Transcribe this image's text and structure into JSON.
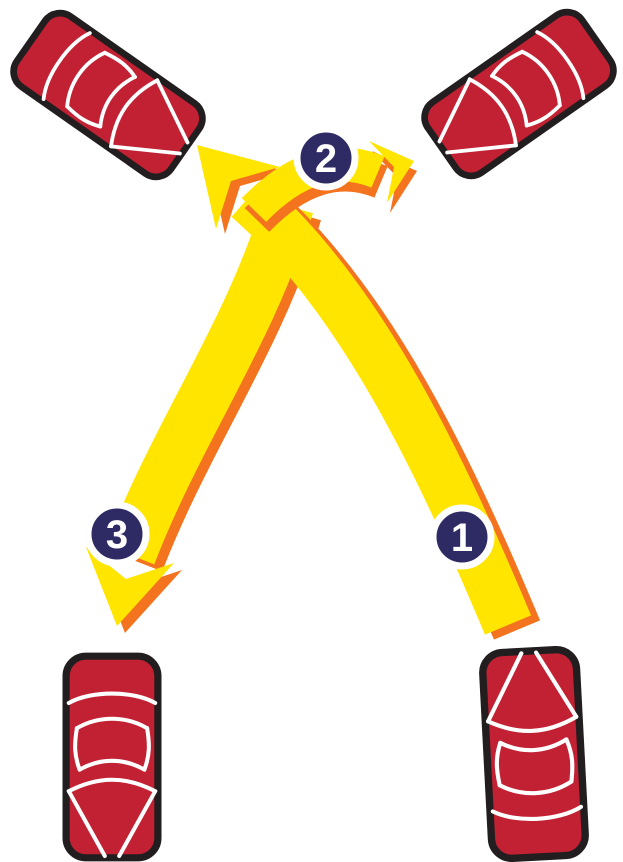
{
  "diagram": {
    "name": "three-point-turn-maneuver",
    "background": "#FFFFFF"
  },
  "colors": {
    "car_body": "#C22133",
    "car_outline": "#221E1F",
    "car_lines": "#FFFFFF",
    "arrow_fill": "#FFE500",
    "arrow_shadow": "#F4731F",
    "marker_fill": "#2D2A64",
    "marker_ring": "#FFFFFF",
    "marker_text": "#FFFFFF"
  },
  "steps": [
    {
      "number": "1"
    },
    {
      "number": "2"
    },
    {
      "number": "3"
    }
  ],
  "cars": [
    {
      "position": "top-left"
    },
    {
      "position": "top-right"
    },
    {
      "position": "bottom-left"
    },
    {
      "position": "bottom-right"
    }
  ]
}
